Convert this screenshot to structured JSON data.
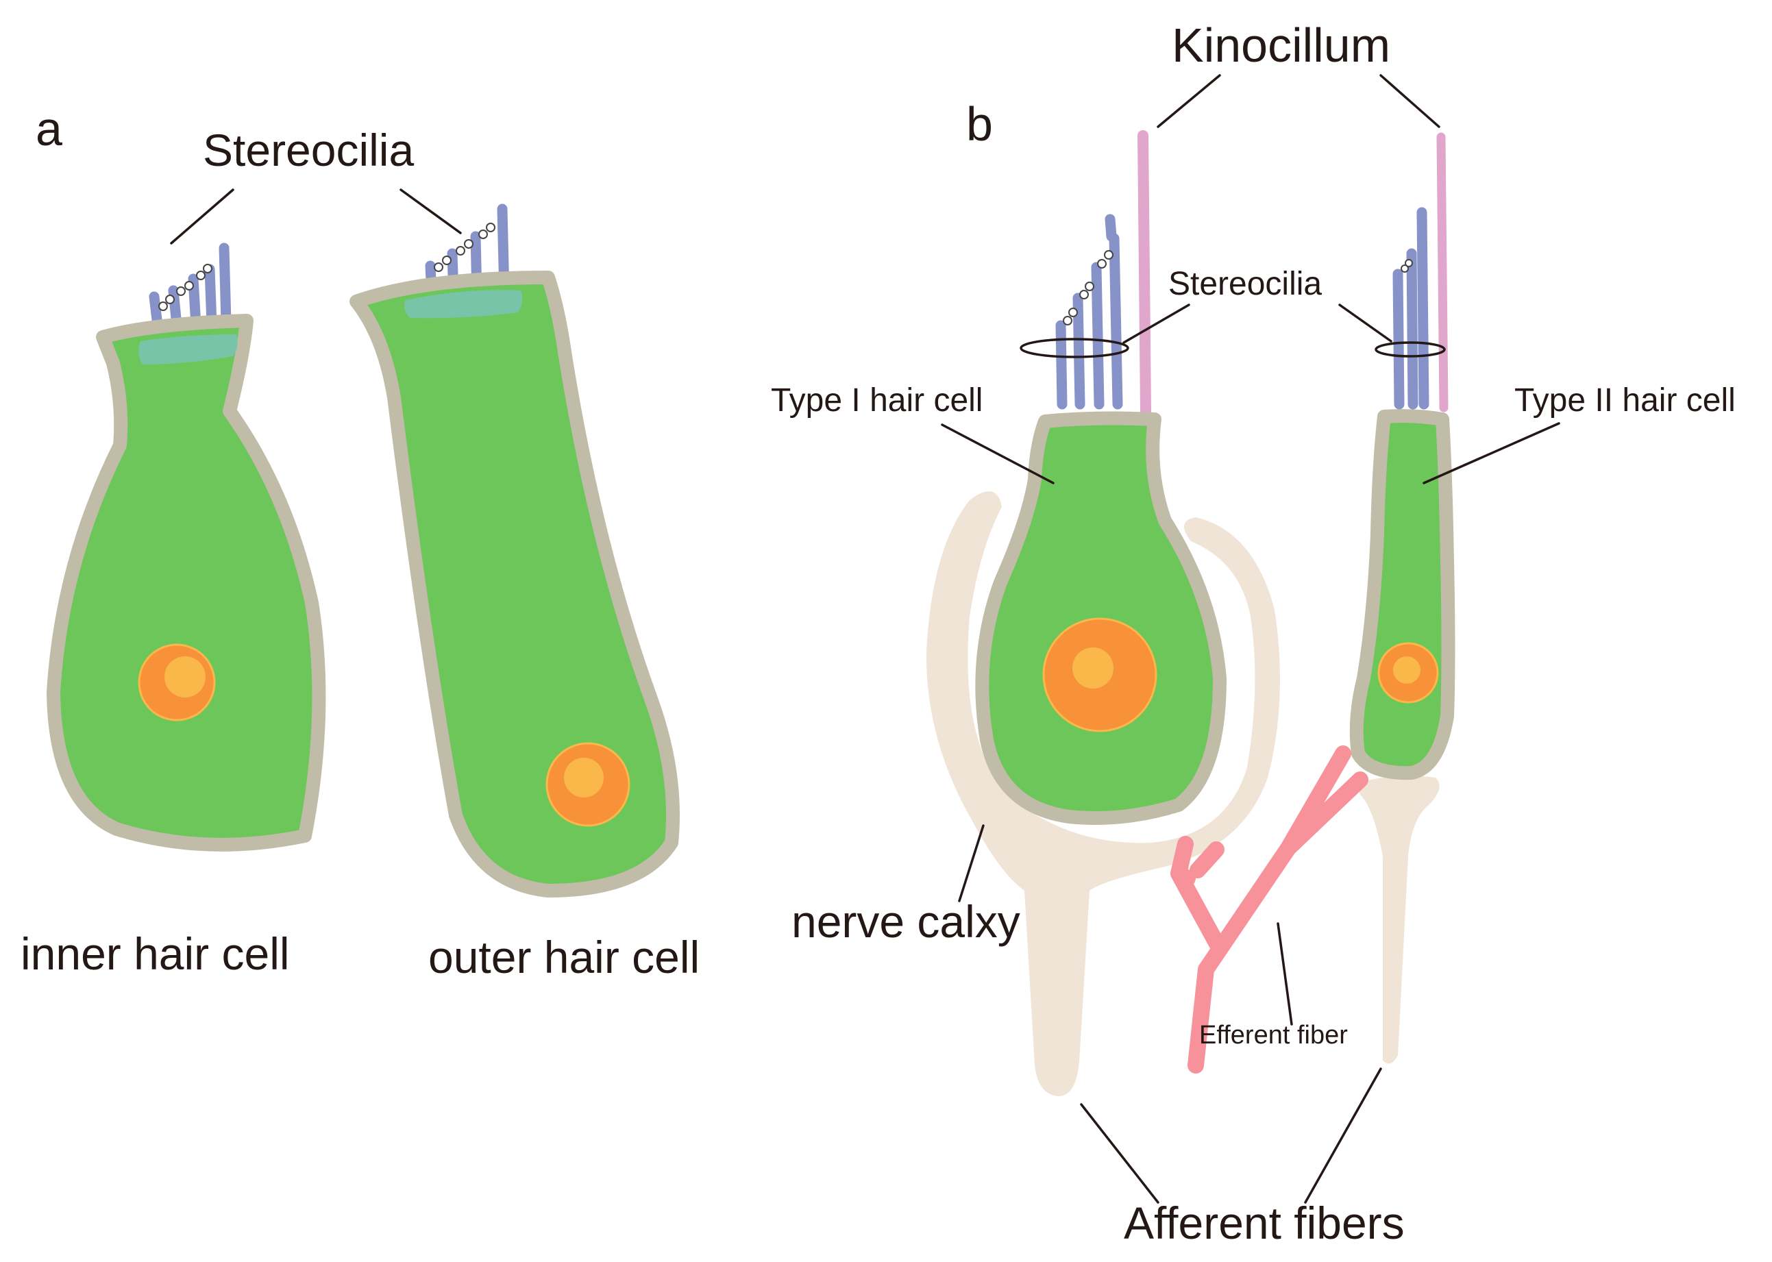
{
  "panels": {
    "a": {
      "letter": "a",
      "stereocilia_label": "Stereocilia",
      "inner_label": "inner hair cell",
      "outer_label": "outer hair cell"
    },
    "b": {
      "letter": "b",
      "kinocilium_label": "Kinocillum",
      "stereocilia_label": "Stereocilia",
      "type1_label": "Type I hair cell",
      "type2_label": "Type II hair cell",
      "calyx_label": "nerve calxy",
      "efferent_label": "Efferent fiber",
      "afferent_label": "Afferent fibers"
    }
  },
  "colors": {
    "cell_body": "#6dc65a",
    "membrane": "#c0bca8",
    "nucleus_outer": "#f7923a",
    "nucleus_inner": "#fbb84a",
    "stereocilia": "#8793c8",
    "kinocilium": "#e0a6cc",
    "cuticular_plate": "#78c4a8",
    "nerve": "#efe4d6",
    "efferent": "#f8929a",
    "text": "#231815"
  }
}
